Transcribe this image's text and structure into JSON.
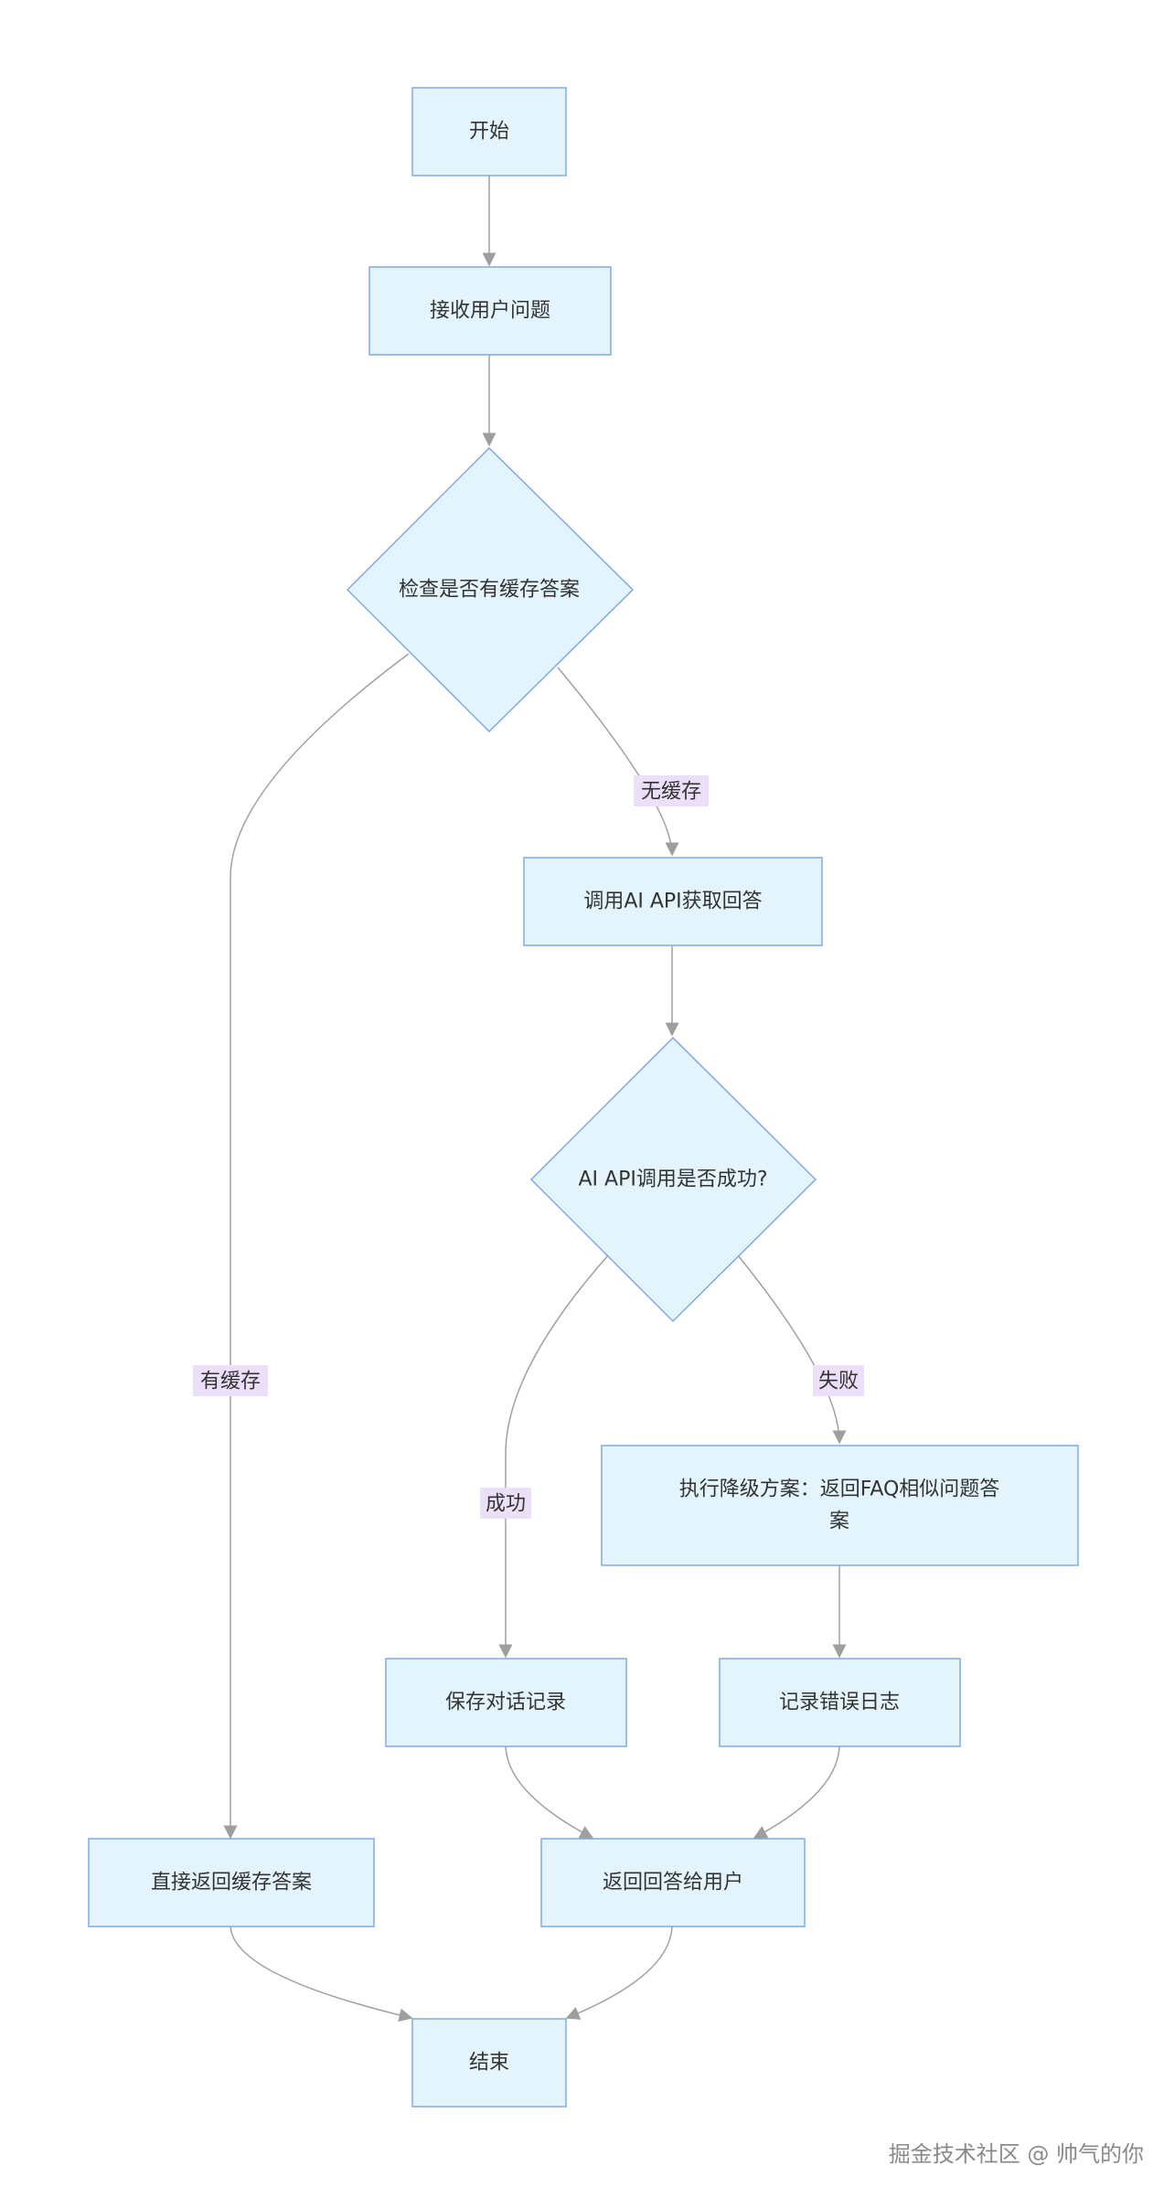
{
  "nodes": {
    "start": "开始",
    "receive": "接收用户问题",
    "check_cache": "检查是否有缓存答案",
    "call_api": "调用AI API获取回答",
    "api_success": "AI API调用是否成功?",
    "fallback_line1": "执行降级方案：返回FAQ相似问题答",
    "fallback_line2": "案",
    "save_record": "保存对话记录",
    "log_error": "记录错误日志",
    "return_cache": "直接返回缓存答案",
    "return_answer": "返回回答给用户",
    "end": "结束"
  },
  "edges": {
    "no_cache": "无缓存",
    "has_cache": "有缓存",
    "success": "成功",
    "failure": "失败"
  },
  "watermark": "掘金技术社区 @ 帅气的你",
  "colors": {
    "node_fill": "#e3f4fc",
    "node_stroke": "#7ea9e6",
    "edge": "#9e9e9e",
    "label_bg": "#ecdff9"
  }
}
